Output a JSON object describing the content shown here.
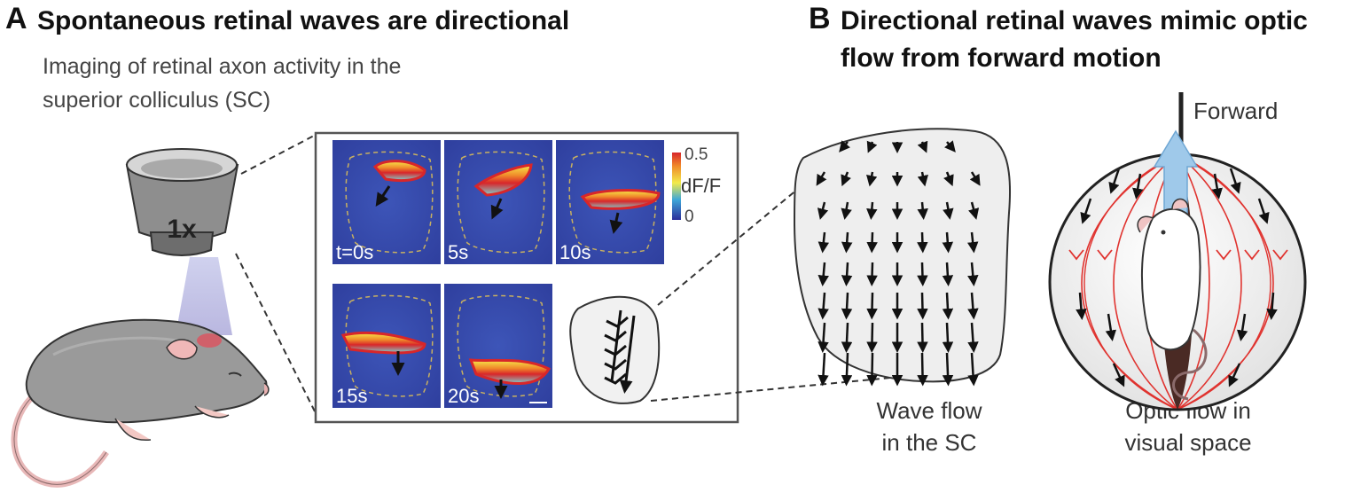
{
  "panel_a": {
    "letter": "A",
    "title": "Spontaneous retinal waves are directional",
    "subtitle_line1": "Imaging of retinal axon activity in the",
    "subtitle_line2": "superior colliculus (SC)",
    "objective_label": "1x",
    "frames": [
      {
        "label": "t=0s"
      },
      {
        "label": "5s"
      },
      {
        "label": "10s"
      },
      {
        "label": "15s"
      },
      {
        "label": "20s"
      }
    ],
    "colorbar": {
      "max": "0.5",
      "label": "dF/F",
      "min": "0"
    }
  },
  "panel_b": {
    "letter": "B",
    "title_line1": "Directional retinal waves mimic optic",
    "title_line2": "flow from forward motion",
    "forward_label": "Forward",
    "caption_sc_line1": "Wave flow",
    "caption_sc_line2": "in the SC",
    "caption_visual_line1": "Optic flow in",
    "caption_visual_line2": "visual space"
  },
  "colors": {
    "heatmap_bg": "#3a4fb0",
    "wave_core": "#d8262a",
    "flow_line": "#e0332f",
    "forward_arrow": "#9fc9ea",
    "sphere_dark": "#4a2a24"
  }
}
